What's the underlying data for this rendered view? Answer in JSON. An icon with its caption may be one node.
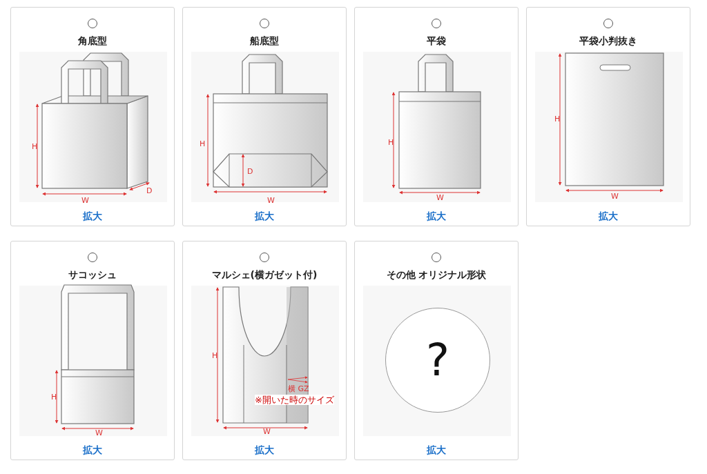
{
  "diagram": {
    "nodes": [
      {
        "text": [
          "角底型",
          "拡大"
        ]
      },
      {
        "text": [
          "船底型",
          "拡大"
        ]
      },
      {
        "text": [
          "平袋",
          "拡大"
        ]
      },
      {
        "text": [
          "平袋小判抜き",
          "拡大"
        ]
      },
      {
        "text": [
          "サコッシュ",
          "拡大"
        ]
      },
      {
        "text": [
          "マルシェ(横ガゼット付)",
          "拡大"
        ]
      },
      {
        "text": [
          "その他 オリジナル形状",
          "拡大"
        ]
      },
      {
        "text": [
          "?"
        ],
        "in": 6
      }
    ],
    "edges": [],
    "labels": [
      "H",
      "W",
      "D",
      "H",
      "D",
      "W",
      "H",
      "W",
      "H",
      "W",
      "H",
      "W",
      "H",
      "横 GZ",
      "※開いた時のサイズ",
      "W"
    ]
  }
}
